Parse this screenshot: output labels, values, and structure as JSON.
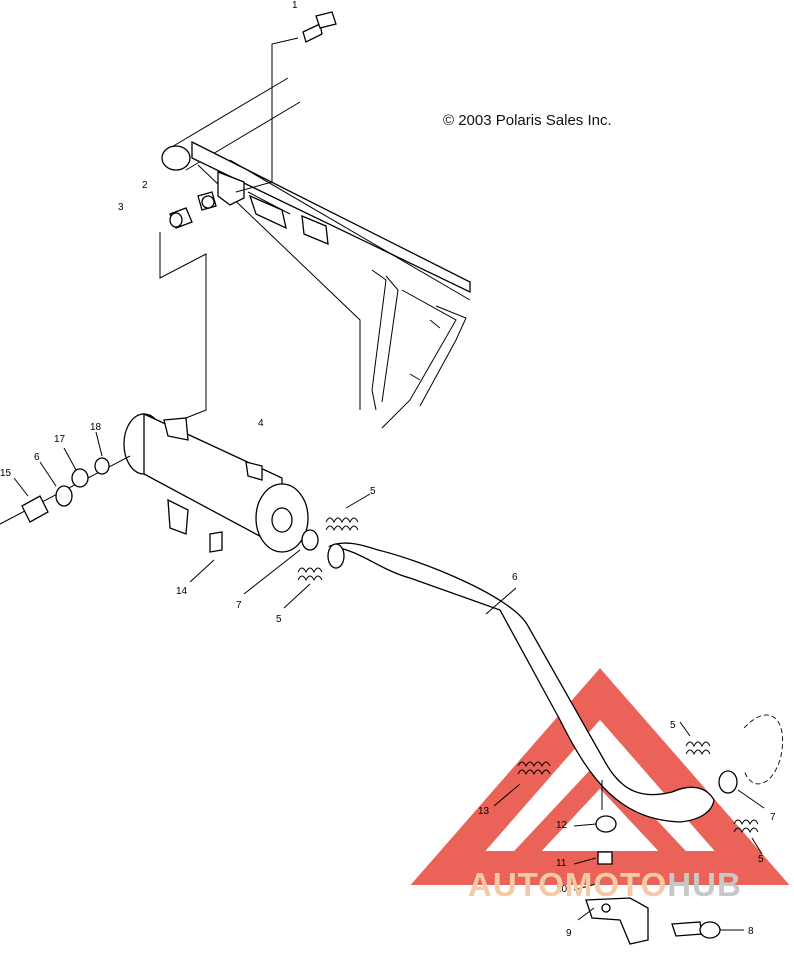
{
  "copyright": "© 2003 Polaris Sales Inc.",
  "callouts": [
    "1",
    "2",
    "3",
    "4",
    "5",
    "5",
    "5",
    "5",
    "6",
    "6",
    "7",
    "7",
    "8",
    "9",
    "10",
    "11",
    "12",
    "13",
    "14",
    "15",
    "17",
    "18"
  ],
  "watermark": {
    "part1": "AUTOMOTO",
    "part2": "HUB",
    "colors": {
      "triangle": "#e8483c",
      "text_primary": "#f3c9a6",
      "text_secondary": "#c8c8c8"
    }
  }
}
